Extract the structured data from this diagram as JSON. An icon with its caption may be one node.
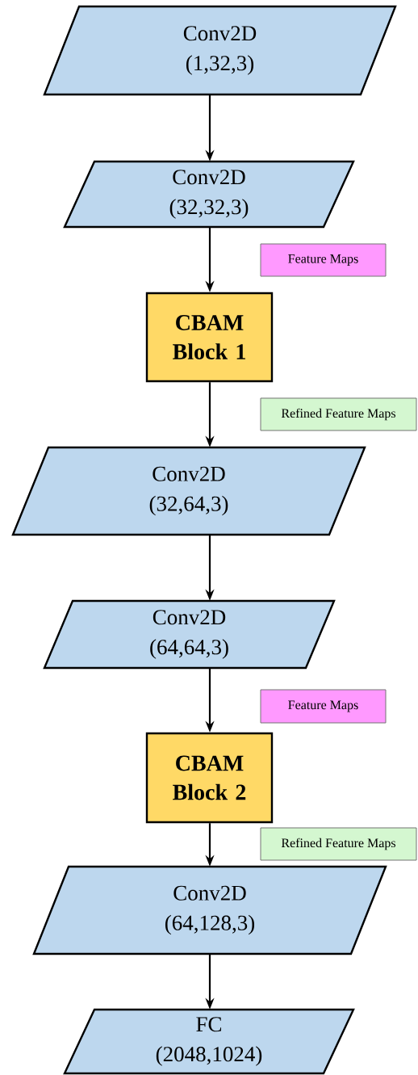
{
  "diagram": {
    "nodes": [
      {
        "text": [
          "Conv2D",
          "(1,32,3)"
        ]
      },
      {
        "text": [
          "Conv2D",
          "(32,32,3)"
        ]
      },
      {
        "text": [
          "Feature Maps"
        ]
      },
      {
        "text": [
          "CBAM Block 1"
        ]
      },
      {
        "text": [
          "Refined Feature Maps"
        ]
      },
      {
        "text": [
          "Conv2D",
          "(32,64,3)"
        ]
      },
      {
        "text": [
          "Conv2D",
          "(64,64,3)"
        ]
      },
      {
        "text": [
          "Feature Maps"
        ]
      },
      {
        "text": [
          "CBAM Block 2"
        ]
      },
      {
        "text": [
          "Refined Feature Maps"
        ]
      },
      {
        "text": [
          "Conv2D",
          "(64,128,3)"
        ]
      },
      {
        "text": [
          "FC",
          "(2048,1024)"
        ]
      }
    ],
    "edges": [
      {
        "from": 0,
        "to": 1,
        "arrow": "to"
      },
      {
        "from": 1,
        "to": 3,
        "arrow": "to"
      },
      {
        "from": 3,
        "to": 5,
        "arrow": "to"
      },
      {
        "from": 5,
        "to": 6,
        "arrow": "to"
      },
      {
        "from": 6,
        "to": 8,
        "arrow": "to"
      },
      {
        "from": 8,
        "to": 10,
        "arrow": "to"
      },
      {
        "from": 10,
        "to": 11,
        "arrow": "to"
      }
    ]
  }
}
